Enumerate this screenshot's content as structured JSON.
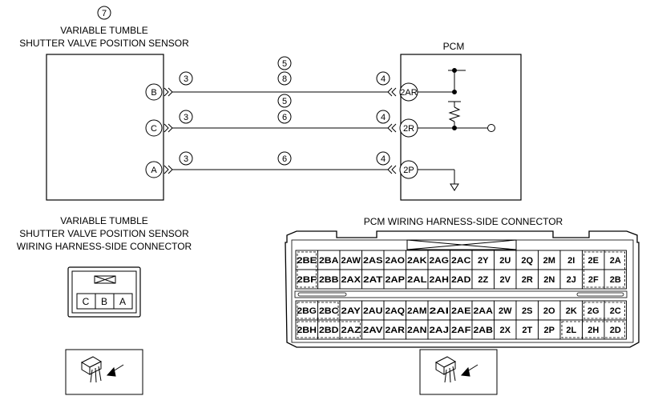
{
  "sensor": {
    "number": "7",
    "title_line1": "VARIABLE TUMBLE",
    "title_line2": "SHUTTER VALVE POSITION SENSOR",
    "terminals": [
      "B",
      "C",
      "A"
    ]
  },
  "pcm": {
    "title": "PCM",
    "terminals": [
      "2AR",
      "2R",
      "2P"
    ]
  },
  "wires": [
    {
      "left_ref": "3",
      "mid_refs": [
        "5",
        "8"
      ],
      "right_ref": "4"
    },
    {
      "left_ref": "3",
      "mid_refs": [
        "5",
        "6"
      ],
      "right_ref": "4"
    },
    {
      "left_ref": "3",
      "mid_refs": [
        "6"
      ],
      "right_ref": "4"
    }
  ],
  "sensor_connector": {
    "title_line1": "VARIABLE TUMBLE",
    "title_line2": "SHUTTER VALVE POSITION SENSOR",
    "title_line3": "WIRING HARNESS-SIDE CONNECTOR",
    "pins": [
      "C",
      "B",
      "A"
    ]
  },
  "pcm_connector": {
    "title": "PCM WIRING HARNESS-SIDE CONNECTOR",
    "top_rows": [
      [
        "2BE",
        "2BA",
        "2AW",
        "2AS",
        "2AO",
        "2AK",
        "2AG",
        "2AC",
        "2Y",
        "2U",
        "2Q",
        "2M",
        "2I",
        "2E",
        "2A"
      ],
      [
        "2BF",
        "2BB",
        "2AX",
        "2AT",
        "2AP",
        "2AL",
        "2AH",
        "2AD",
        "2Z",
        "2V",
        "2R",
        "2N",
        "2J",
        "2F",
        "2B"
      ]
    ],
    "bottom_rows": [
      [
        "2BG",
        "2BC",
        "2AY",
        "2AU",
        "2AQ",
        "2AM",
        "2AI",
        "2AE",
        "2AA",
        "2W",
        "2S",
        "2O",
        "2K",
        "2G",
        "2C"
      ],
      [
        "2BH",
        "2BD",
        "2AZ",
        "2AV",
        "2AR",
        "2AN",
        "2AJ",
        "2AF",
        "2AB",
        "2X",
        "2T",
        "2P",
        "2L",
        "2H",
        "2D"
      ]
    ]
  }
}
